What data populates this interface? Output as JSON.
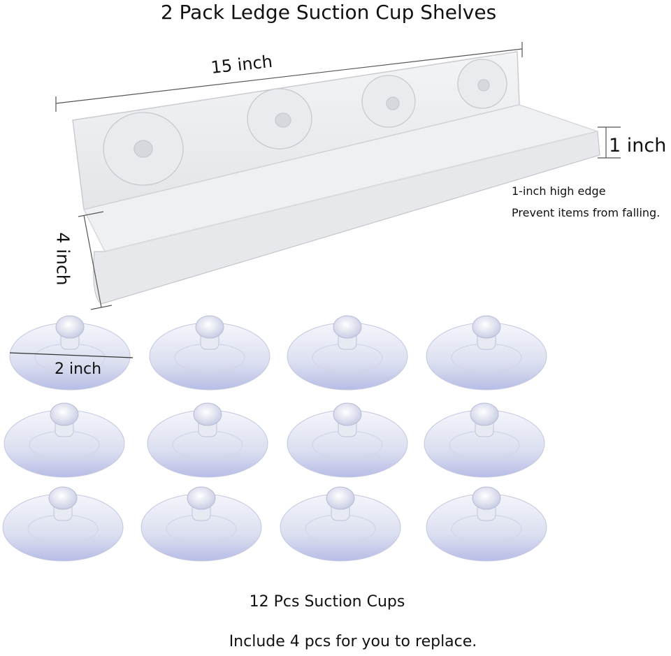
{
  "title": "2 Pack Ledge Suction Cup Shelves",
  "dimensions": {
    "length": "15 inch",
    "depth": "4 inch",
    "edge_height": "1 inch",
    "cup_diameter": "2 inch"
  },
  "edge_note": {
    "line1": "1-inch high edge",
    "line2": "Prevent items from falling."
  },
  "captions": {
    "cups": "12 Pcs Suction Cups",
    "replace": "Include 4 pcs for you to replace."
  }
}
